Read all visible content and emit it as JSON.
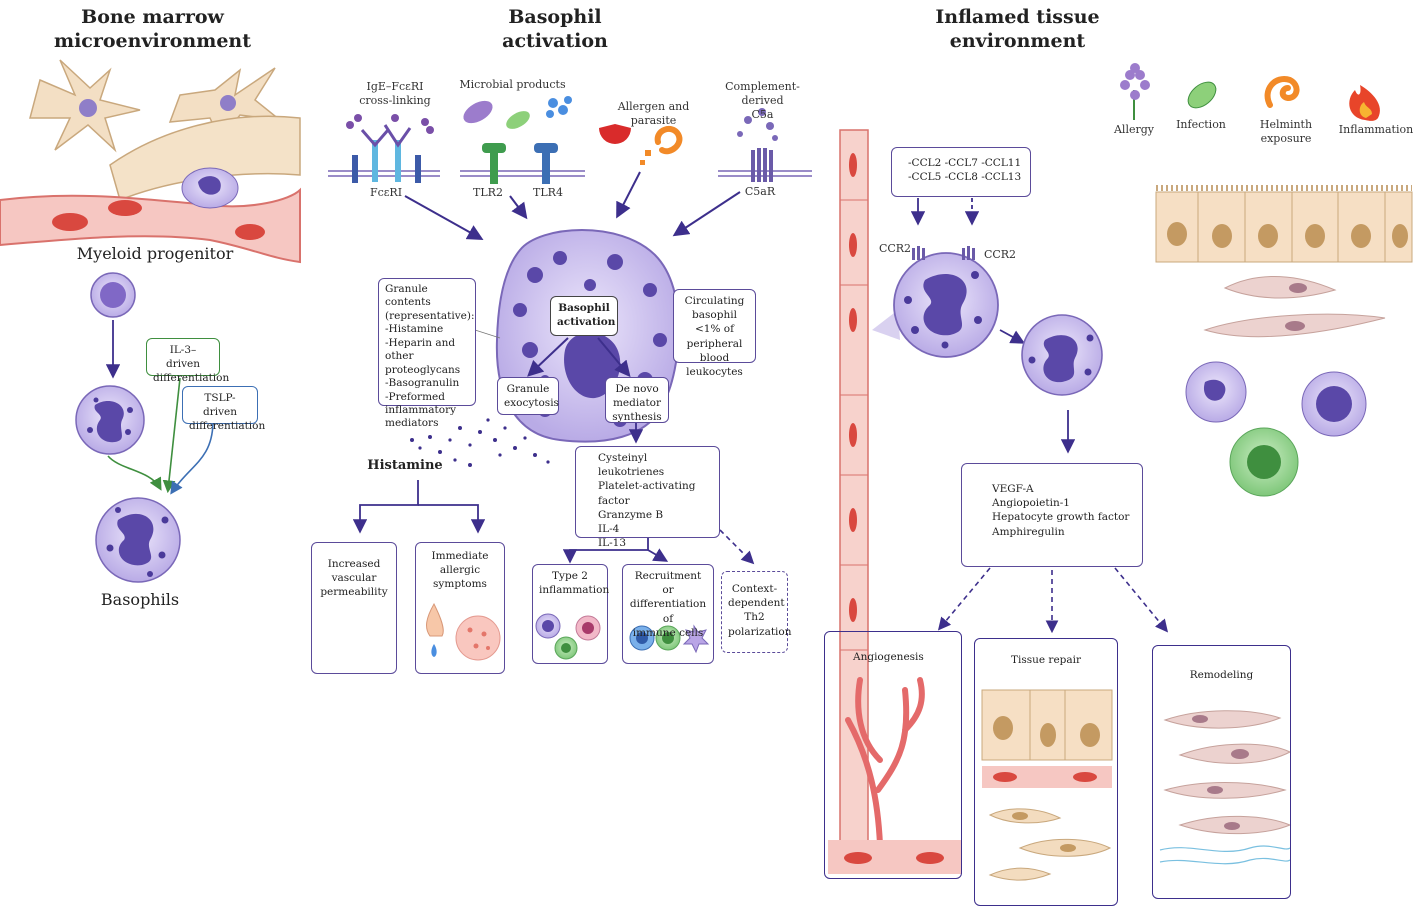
{
  "headings": {
    "bone_marrow": [
      "Bone marrow",
      "microenvironment"
    ],
    "activation": [
      "Basophil",
      "activation"
    ],
    "tissue": [
      "Inflamed tissue",
      "environment"
    ]
  },
  "bone_marrow": {
    "progenitor_label": "Myeloid progenitor",
    "il3_box": [
      "IL-3–driven",
      "differentiation"
    ],
    "tslp_box": [
      "TSLP-driven",
      "differentiation"
    ],
    "basophils_label": "Basophils"
  },
  "receptors": {
    "ige_title": [
      "IgE–FcεRI",
      "cross-linking"
    ],
    "microbial_title": "Microbial products",
    "allergen_title": "Allergen and parasite",
    "complement_title": [
      "Complement-derived",
      "C5a"
    ],
    "fceri": "FcεRI",
    "tlr2": "TLR2",
    "tlr4": "TLR4",
    "c5ar": "C5aR"
  },
  "activation": {
    "center_label": [
      "Basophil",
      "activation"
    ],
    "granule_contents": [
      "Granule contents",
      "(representative):",
      "-Histamine",
      "-Heparin and other",
      "proteoglycans",
      "-Basogranulin",
      "-Preformed",
      "inflammatory",
      "mediators"
    ],
    "circulating": [
      "Circulating",
      "basophil",
      "<1% of",
      "peripheral blood",
      "leukocytes"
    ],
    "granule_exocytosis": [
      "Granule",
      "exocytosis"
    ],
    "de_novo": [
      "De novo",
      "mediator",
      "synthesis"
    ],
    "histamine": "Histamine",
    "mediators": [
      "Cysteinyl leukotrienes",
      "Platelet-activating factor",
      "Granzyme B",
      "IL-4",
      "IL-13"
    ],
    "vascular": [
      "Increased",
      "vascular",
      "permeability"
    ],
    "allergic": [
      "Immediate",
      "allergic",
      "symptoms"
    ],
    "type2": [
      "Type 2",
      "inflammation"
    ],
    "recruitment": [
      "Recruitment or",
      "differentiation of",
      "immune cells"
    ],
    "th2": [
      "Context-",
      "dependent",
      "Th2",
      "polarization"
    ]
  },
  "tissue": {
    "chemokines": [
      "-CCL2 -CCL7 -CCL11",
      "-CCL5 -CCL8 -CCL13"
    ],
    "ccr2_left": "CCR2",
    "ccr2_right": "CCR2",
    "legend": [
      "Allergy",
      "Infection",
      "Helminth exposure",
      "Inflammation"
    ],
    "factors": [
      "VEGF-A",
      "Angiopoietin-1",
      "Hepatocyte growth factor",
      "Amphiregulin"
    ],
    "outcomes": [
      "Angiogenesis",
      "Tissue repair",
      "Remodeling"
    ]
  },
  "colors": {
    "arrow": "#3d2f8c",
    "cell_purple": "#8a78c8",
    "granule": "#4a3a9a",
    "vessel": "#e46a6a",
    "stroma": "#f1dcc0"
  }
}
